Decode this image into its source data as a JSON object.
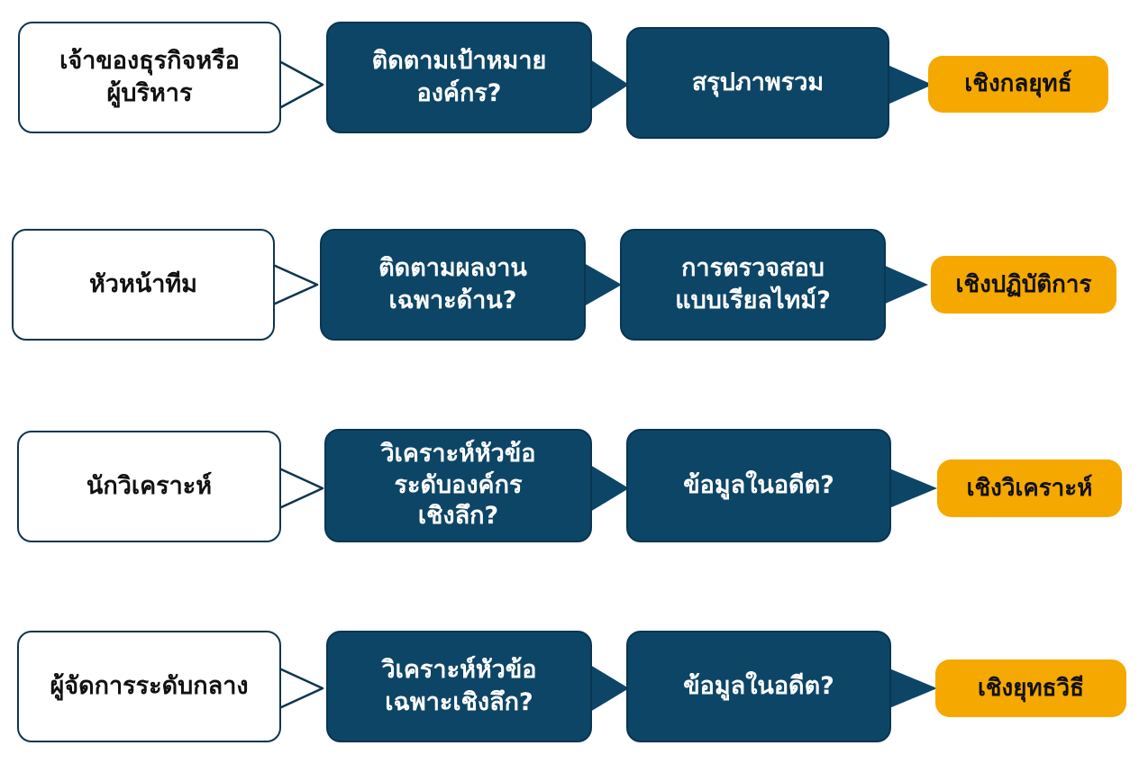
{
  "colors": {
    "dark_box": "#0d4566",
    "badge": "#f5a800",
    "role_border": "#0d3550"
  },
  "rows": [
    {
      "role": "เจ้าของธุรกิจหรือ\nผู้บริหาร",
      "q1": "ติดตามเป้าหมาย\nองค์กร?",
      "q2": "สรุปภาพรวม",
      "type": "เชิงกลยุทธ์"
    },
    {
      "role": "หัวหน้าทีม",
      "q1": "ติดตามผลงาน\nเฉพาะด้าน?",
      "q2": "การตรวจสอบ\nแบบเรียลไทม์?",
      "type": "เชิงปฏิบัติการ"
    },
    {
      "role": "นักวิเคราะห์",
      "q1": "วิเคราะห์หัวข้อ\nระดับองค์กร\nเชิงลึก?",
      "q2": "ข้อมูลในอดีต?",
      "type": "เชิงวิเคราะห์"
    },
    {
      "role": "ผู้จัดการระดับกลาง",
      "q1": "วิเคราะห์หัวข้อ\nเฉพาะเชิงลึก?",
      "q2": "ข้อมูลในอดีต?",
      "type": "เชิงยุทธวิธี"
    }
  ]
}
